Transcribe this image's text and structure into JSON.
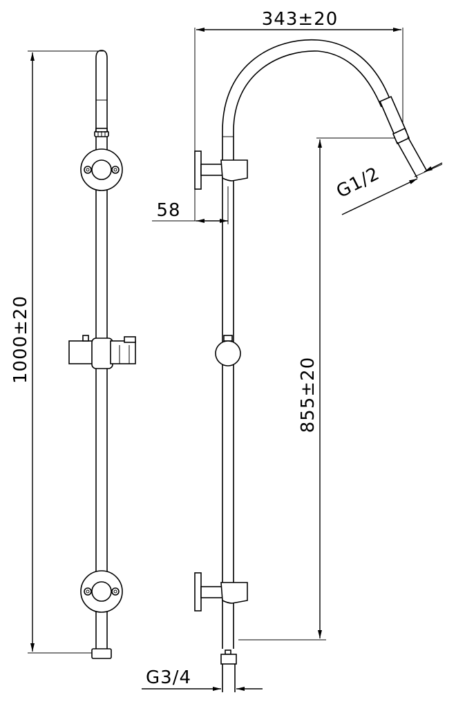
{
  "dimensions": {
    "overall_height": "1000±20",
    "arm_reach": "343±20",
    "wall_offset": "58",
    "outlet_height": "855±20",
    "outlet_thread": "G1/2",
    "inlet_thread": "G3/4"
  },
  "colors": {
    "line": "#000000",
    "background": "#ffffff"
  }
}
